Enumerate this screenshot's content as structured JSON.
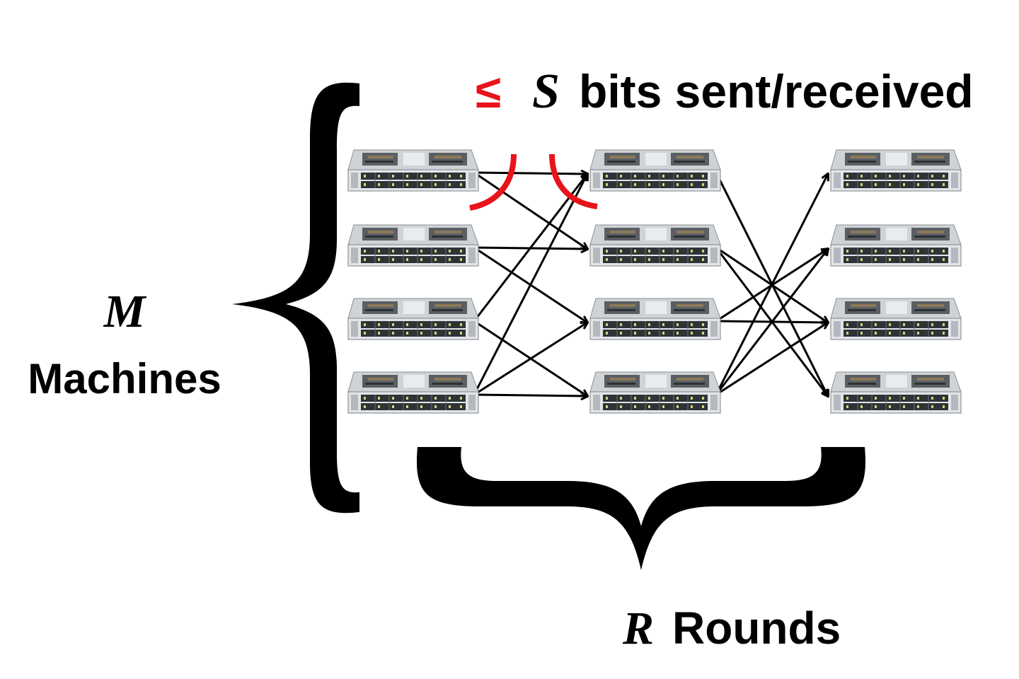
{
  "labels": {
    "constraint_symbol": "≤",
    "constraint_var": "S",
    "constraint_text": "bits sent/received",
    "machines_var": "M",
    "machines_text": "Machines",
    "rounds_var": "R",
    "rounds_text": "Rounds"
  },
  "diagram": {
    "columns": 3,
    "machines_per_column": 4,
    "node_icon": "server-rack-icon",
    "connections": [
      {
        "from": [
          0,
          0
        ],
        "to": [
          1,
          0
        ]
      },
      {
        "from": [
          0,
          0
        ],
        "to": [
          1,
          1
        ]
      },
      {
        "from": [
          0,
          1
        ],
        "to": [
          1,
          1
        ]
      },
      {
        "from": [
          0,
          1
        ],
        "to": [
          1,
          2
        ]
      },
      {
        "from": [
          0,
          2
        ],
        "to": [
          1,
          0
        ]
      },
      {
        "from": [
          0,
          2
        ],
        "to": [
          1,
          3
        ]
      },
      {
        "from": [
          0,
          3
        ],
        "to": [
          1,
          0
        ]
      },
      {
        "from": [
          0,
          3
        ],
        "to": [
          1,
          2
        ]
      },
      {
        "from": [
          0,
          3
        ],
        "to": [
          1,
          3
        ]
      },
      {
        "from": [
          1,
          0
        ],
        "to": [
          2,
          3
        ]
      },
      {
        "from": [
          1,
          1
        ],
        "to": [
          2,
          2
        ]
      },
      {
        "from": [
          1,
          1
        ],
        "to": [
          2,
          3
        ]
      },
      {
        "from": [
          1,
          2
        ],
        "to": [
          2,
          1
        ]
      },
      {
        "from": [
          1,
          2
        ],
        "to": [
          2,
          2
        ]
      },
      {
        "from": [
          1,
          3
        ],
        "to": [
          2,
          0
        ]
      },
      {
        "from": [
          1,
          3
        ],
        "to": [
          2,
          1
        ]
      },
      {
        "from": [
          1,
          3
        ],
        "to": [
          2,
          2
        ]
      }
    ]
  },
  "colors": {
    "highlight": "#e8141b",
    "ink": "#000000"
  }
}
